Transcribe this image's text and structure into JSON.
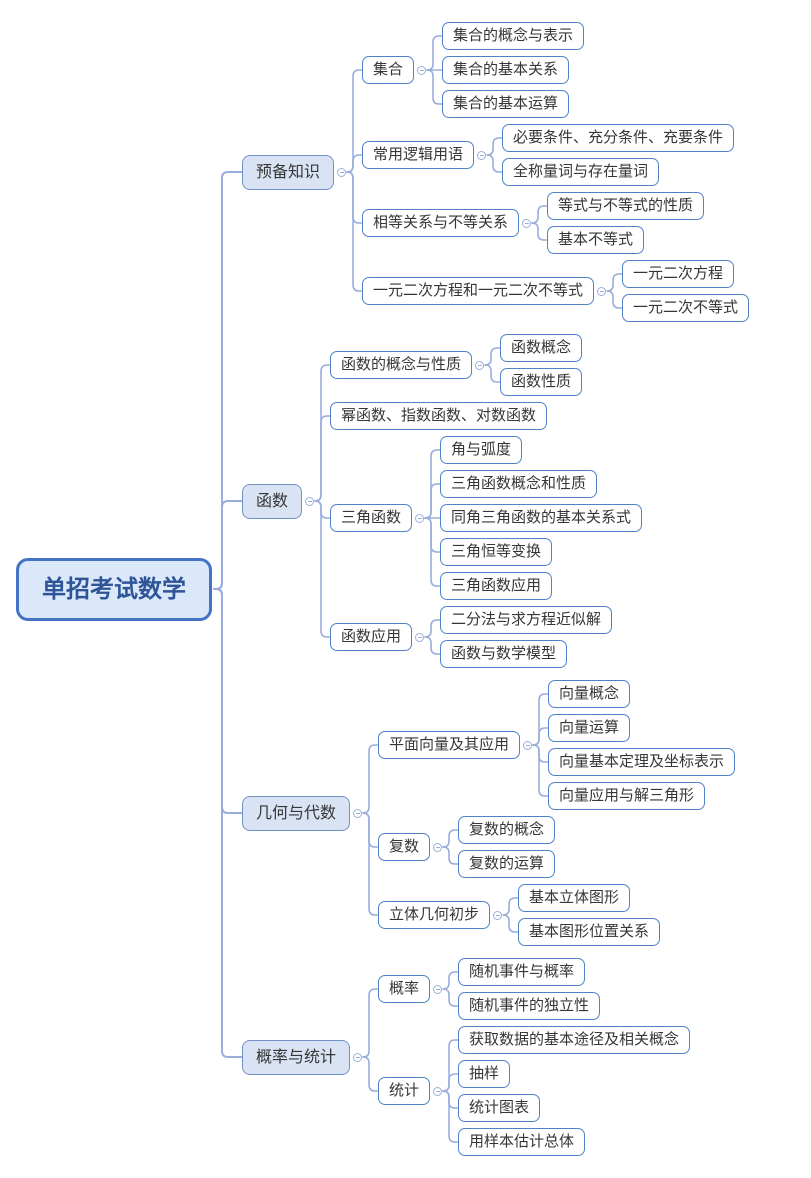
{
  "title": "单招考试数学",
  "theme": {
    "root_fill": "#DBE8F9",
    "root_border": "#4472C4",
    "root_text": "#2E5597",
    "branch_fill": "#DAE3F4",
    "branch_border": "#7291CB",
    "leaf_fill": "#FFFFFF",
    "leaf_border": "#5182C8",
    "line_color": "#9AAEDB",
    "text_color": "#363636"
  },
  "icons": {
    "collapse": "minus-circle"
  },
  "root": {
    "label": "单招考试数学",
    "children": [
      {
        "label": "预备知识",
        "children": [
          {
            "label": "集合",
            "children": [
              {
                "label": "集合的概念与表示"
              },
              {
                "label": "集合的基本关系"
              },
              {
                "label": "集合的基本运算"
              }
            ]
          },
          {
            "label": "常用逻辑用语",
            "children": [
              {
                "label": "必要条件、充分条件、充要条件"
              },
              {
                "label": "全称量词与存在量词"
              }
            ]
          },
          {
            "label": "相等关系与不等关系",
            "children": [
              {
                "label": "等式与不等式的性质"
              },
              {
                "label": "基本不等式"
              }
            ]
          },
          {
            "label": "一元二次方程和一元二次不等式",
            "children": [
              {
                "label": "一元二次方程"
              },
              {
                "label": "一元二次不等式"
              }
            ]
          }
        ]
      },
      {
        "label": "函数",
        "children": [
          {
            "label": "函数的概念与性质",
            "children": [
              {
                "label": "函数概念"
              },
              {
                "label": "函数性质"
              }
            ]
          },
          {
            "label": "幂函数、指数函数、对数函数"
          },
          {
            "label": "三角函数",
            "children": [
              {
                "label": "角与弧度"
              },
              {
                "label": "三角函数概念和性质"
              },
              {
                "label": "同角三角函数的基本关系式"
              },
              {
                "label": "三角恒等变换"
              },
              {
                "label": "三角函数应用"
              }
            ]
          },
          {
            "label": "函数应用",
            "children": [
              {
                "label": "二分法与求方程近似解"
              },
              {
                "label": "函数与数学模型"
              }
            ]
          }
        ]
      },
      {
        "label": "几何与代数",
        "children": [
          {
            "label": "平面向量及其应用",
            "children": [
              {
                "label": "向量概念"
              },
              {
                "label": "向量运算"
              },
              {
                "label": "向量基本定理及坐标表示"
              },
              {
                "label": "向量应用与解三角形"
              }
            ]
          },
          {
            "label": "复数",
            "children": [
              {
                "label": "复数的概念"
              },
              {
                "label": "复数的运算"
              }
            ]
          },
          {
            "label": "立体几何初步",
            "children": [
              {
                "label": "基本立体图形"
              },
              {
                "label": "基本图形位置关系"
              }
            ]
          }
        ]
      },
      {
        "label": "概率与统计",
        "children": [
          {
            "label": "概率",
            "children": [
              {
                "label": "随机事件与概率"
              },
              {
                "label": "随机事件的独立性"
              }
            ]
          },
          {
            "label": "统计",
            "children": [
              {
                "label": "获取数据的基本途径及相关概念"
              },
              {
                "label": "抽样"
              },
              {
                "label": "统计图表"
              },
              {
                "label": "用样本估计总体"
              }
            ]
          }
        ]
      }
    ]
  }
}
